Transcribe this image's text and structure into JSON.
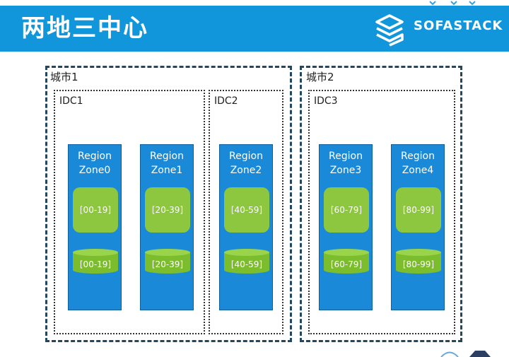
{
  "header": {
    "title": "两地三中心",
    "brand": "SOFASTACK",
    "color": "#1296db"
  },
  "cities": [
    {
      "label": "城市1",
      "idcs": [
        {
          "label": "IDC1",
          "zones": [
            {
              "title": "Region\nZone0",
              "range": "[00-19]",
              "disk": "[00-19]"
            },
            {
              "title": "Region\nZone1",
              "range": "[20-39]",
              "disk": "[20-39]"
            }
          ]
        },
        {
          "label": "IDC2",
          "zones": [
            {
              "title": "Region\nZone2",
              "range": "[40-59]",
              "disk": "[40-59]"
            }
          ]
        }
      ]
    },
    {
      "label": "城市2",
      "idcs": [
        {
          "label": "IDC3",
          "zones": [
            {
              "title": "Region\nZone3",
              "range": "[60-79]",
              "disk": "[60-79]"
            },
            {
              "title": "Region\nZone4",
              "range": "[80-99]",
              "disk": "[80-99]"
            }
          ]
        }
      ]
    }
  ],
  "colors": {
    "zone": "#1a8ad8",
    "range": "#8dc63f",
    "disk": "#7cbd2d",
    "city_border": "#23475f"
  },
  "icons": [
    "sofastack-logo-icon"
  ]
}
